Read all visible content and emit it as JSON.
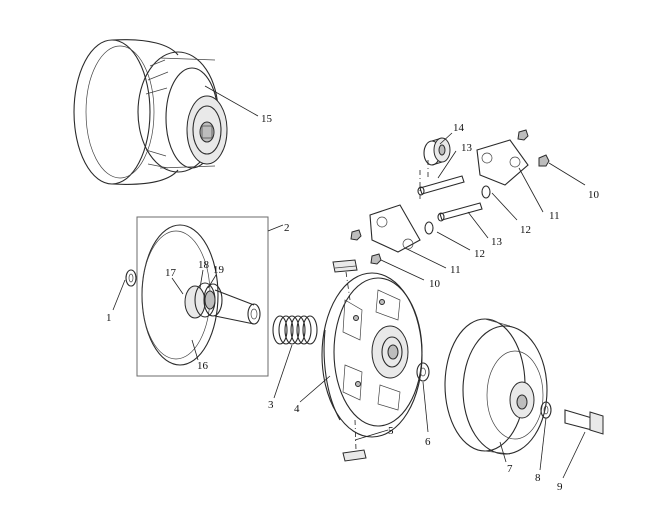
{
  "diagram": {
    "callouts": {
      "c1": "1",
      "c2": "2",
      "c3": "3",
      "c4": "4",
      "c5": "5",
      "c6": "6",
      "c7": "7",
      "c8": "8",
      "c9": "9",
      "c10a": "10",
      "c10b": "10",
      "c11a": "11",
      "c11b": "11",
      "c12a": "12",
      "c12b": "12",
      "c13a": "13",
      "c13b": "13",
      "c14": "14",
      "c15": "15",
      "c16": "16",
      "c17": "17",
      "c18": "18",
      "c19": "19"
    }
  }
}
